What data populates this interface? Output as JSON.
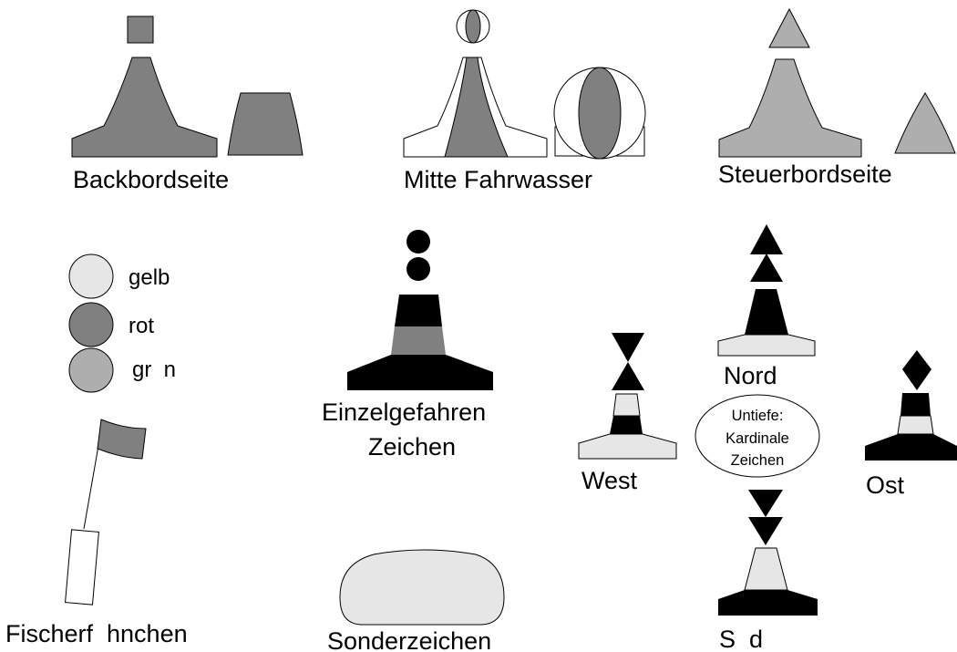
{
  "colors": {
    "dark_grey": "#808080",
    "light_grey": "#aeaeae",
    "very_light_grey": "#e6e6e6",
    "black": "#000000",
    "white": "#ffffff"
  },
  "labels": {
    "backbord": "Backbordseite",
    "mitte": "Mitte Fahrwasser",
    "steuerbord": "Steuerbordseite",
    "einzel_line1": "Einzelgefahren",
    "einzel_line2": "Zeichen",
    "fischer": "Fischerf  hnchen",
    "sonder": "Sonderzeichen",
    "nord": "Nord",
    "west": "West",
    "ost": "Ost",
    "sued": "S  d"
  },
  "legend": [
    {
      "label": "gelb",
      "color": "#e6e6e6"
    },
    {
      "label": "rot",
      "color": "#808080"
    },
    {
      "label": "gr  n",
      "color": "#aeaeae"
    }
  ],
  "cardinal_ellipse": {
    "line1": "Untiefe:",
    "line2": "Kardinale",
    "line3": "Zeichen"
  }
}
